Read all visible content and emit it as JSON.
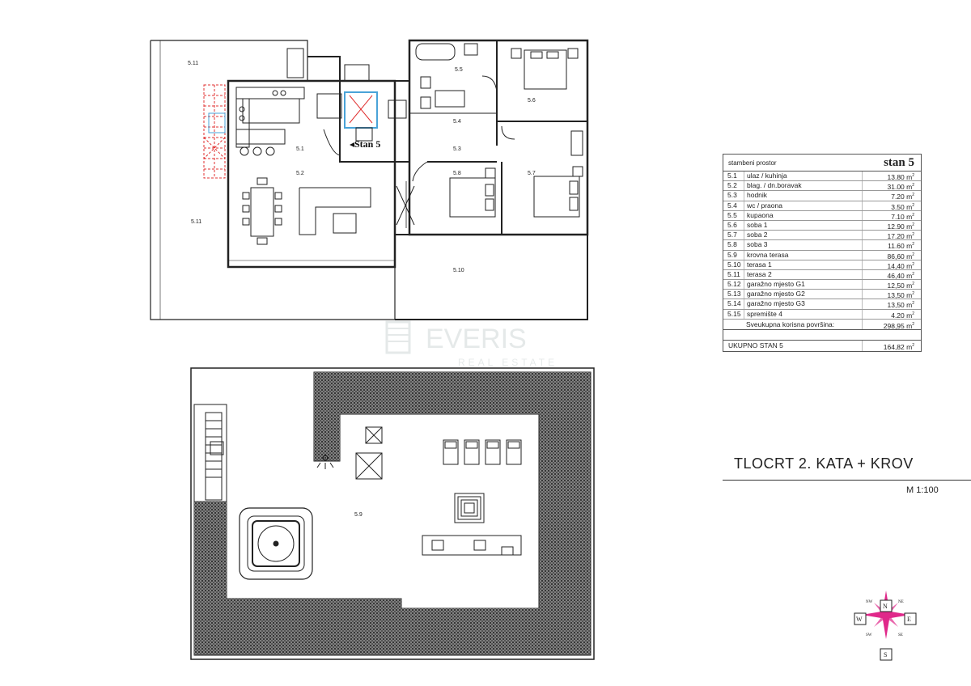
{
  "schedule": {
    "header_label": "stambeni prostor",
    "header_unit": "stan 5",
    "rows": [
      {
        "num": "5.1",
        "name": "ulaz / kuhinja",
        "area": "13.80 m"
      },
      {
        "num": "5.2",
        "name": "blag. / dn.boravak",
        "area": "31.00 m"
      },
      {
        "num": "5.3",
        "name": "hodnik",
        "area": "7.20 m"
      },
      {
        "num": "5.4",
        "name": "wc / praona",
        "area": "3.50 m"
      },
      {
        "num": "5.5",
        "name": "kupaona",
        "area": "7.10 m"
      },
      {
        "num": "5.6",
        "name": "soba 1",
        "area": "12.90 m"
      },
      {
        "num": "5.7",
        "name": "soba 2",
        "area": "17.20 m"
      },
      {
        "num": "5.8",
        "name": "soba 3",
        "area": "11.60 m"
      },
      {
        "num": "5.9",
        "name": "krovna terasa",
        "area": "86,60 m"
      },
      {
        "num": "5.10",
        "name": "terasa 1",
        "area": "14,40 m"
      },
      {
        "num": "5.11",
        "name": "terasa 2",
        "area": "46,40 m"
      },
      {
        "num": "5.12",
        "name": "garažno mjesto G1",
        "area": "12,50 m"
      },
      {
        "num": "5.13",
        "name": "garažno mjesto G2",
        "area": "13,50 m"
      },
      {
        "num": "5.14",
        "name": "garažno mjesto G3",
        "area": "13,50 m"
      },
      {
        "num": "5.15",
        "name": "spremište 4",
        "area": "4.20 m"
      }
    ],
    "total_label": "Sveukupna korisna površina:",
    "total_area": "298,95 m",
    "grand_label": "UKUPNO  STAN 5",
    "grand_area": "164,82 m",
    "area_unit_exp": "2"
  },
  "title": "TLOCRT 2. KATA + KROV",
  "scale": "M 1:100",
  "apartment_tag": "Stan 5",
  "watermark": {
    "brand": "EVERIS",
    "sub": "REAL ESTATE"
  },
  "room_labels": {
    "r5_1": "5.1",
    "r5_2": "5.2",
    "r5_3": "5.3",
    "r5_4": "5.4",
    "r5_5": "5.5",
    "r5_6": "5.6",
    "r5_7": "5.7",
    "r5_8": "5.8",
    "r5_9": "5.9",
    "r5_10": "5.10",
    "r5_11a": "5.11",
    "r5_11b": "5.11"
  },
  "compass": {
    "n": "N",
    "s": "S",
    "e": "E",
    "w": "W",
    "nw": "NW",
    "ne": "NE",
    "sw": "SW",
    "se": "SE"
  },
  "colors": {
    "lines": "#222222",
    "stair_red": "#e03030",
    "elevator_blue": "#4aa3d8",
    "compass_pink": "#e0288a"
  }
}
